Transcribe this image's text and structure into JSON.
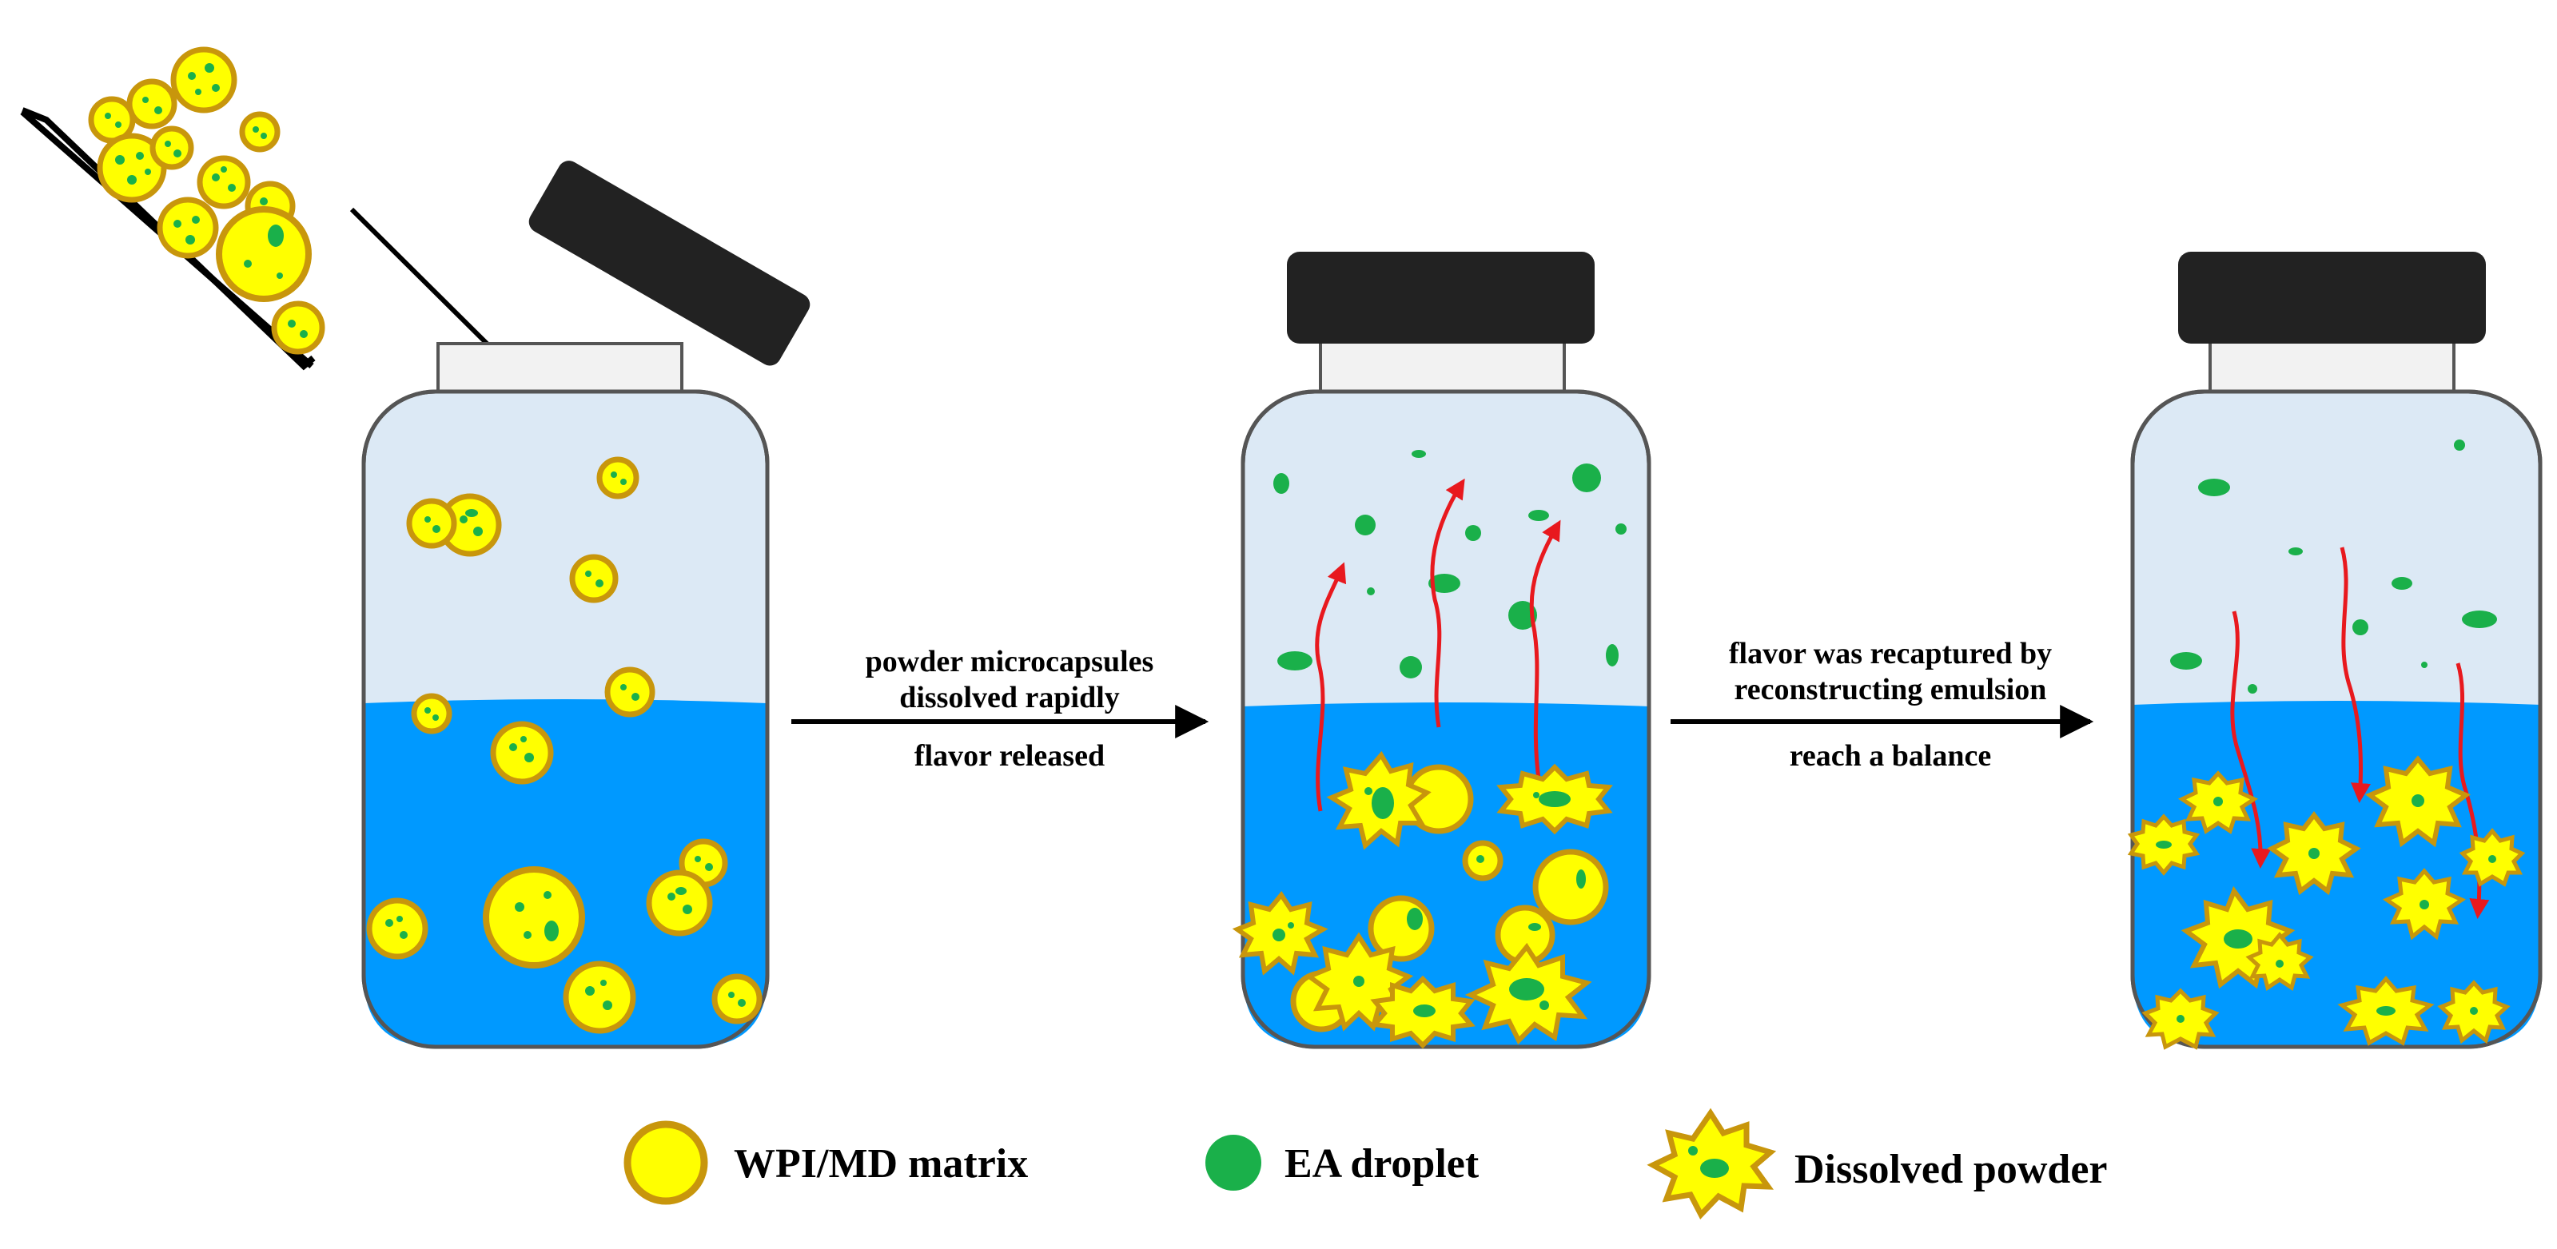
{
  "steps": {
    "first_top_line1": "powder microcapsules",
    "first_top_line2": "dissolved rapidly",
    "first_bottom": "flavor released",
    "second_top_line1": "flavor was recaptured by",
    "second_top_line2": "reconstructing emulsion",
    "second_bottom": "reach a balance"
  },
  "legend": {
    "matrix": "WPI/MD matrix",
    "droplet": "EA droplet",
    "dissolved": "Dissolved powder"
  },
  "colors": {
    "water": "#0099ff",
    "headspace": "#dce9f5",
    "capsule_fill": "#ffff00",
    "capsule_edge": "#c8960c",
    "droplet": "#1ab04a",
    "flavor_arrow": "#e8191e",
    "cap": "#222222"
  }
}
